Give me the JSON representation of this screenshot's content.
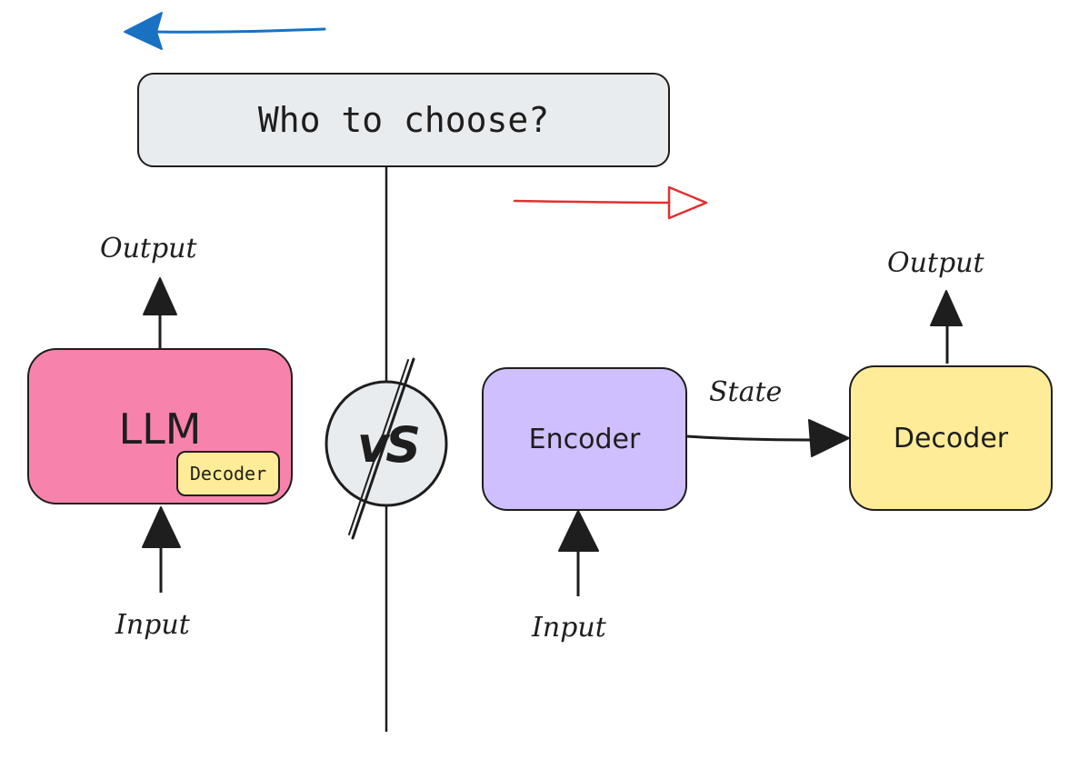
{
  "question": {
    "text": "Who to choose?"
  },
  "colors": {
    "llm_fill": "#f783ac",
    "decoder_badge_fill": "#ffec99",
    "encoder_fill": "#d0bfff",
    "decoder_fill": "#ffec99",
    "question_fill": "#e9ecef",
    "vs_fill": "#e9ecef",
    "arrow_blue": "#1971c2",
    "arrow_red": "#e03131",
    "stroke": "#1e1e1e"
  },
  "left": {
    "llm_label": "LLM",
    "decoder_badge": "Decoder",
    "output_label": "Output",
    "input_label": "Input"
  },
  "divider": {
    "vs_label": "vS"
  },
  "right": {
    "encoder_label": "Encoder",
    "decoder_label": "Decoder",
    "state_label": "State",
    "output_label": "Output",
    "input_label": "Input"
  }
}
